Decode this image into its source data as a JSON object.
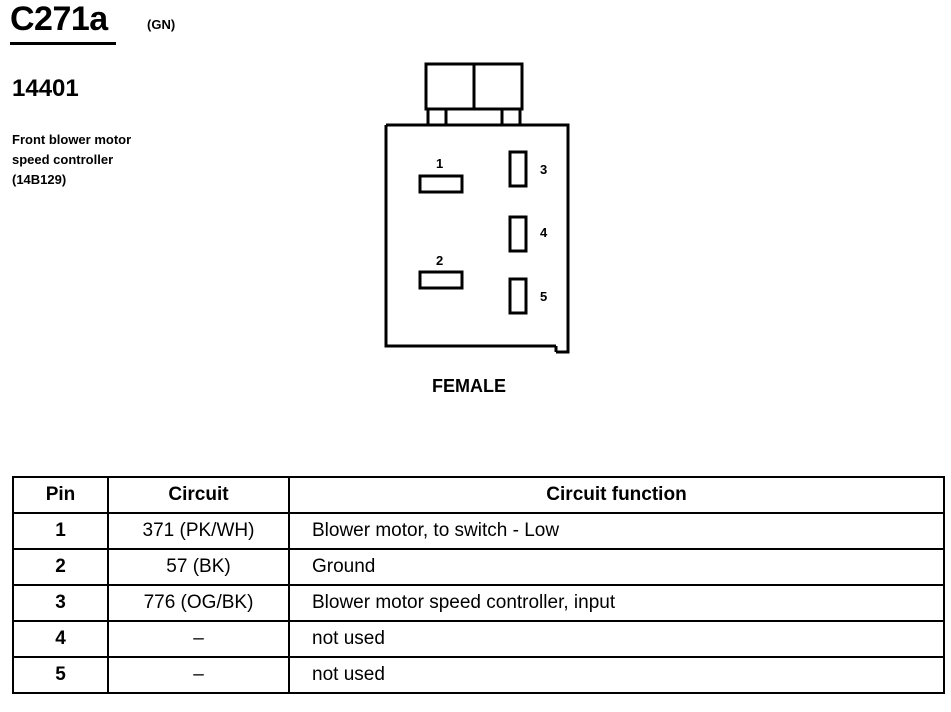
{
  "header": {
    "connector_id": "C271a",
    "color_code": "(GN)",
    "part_number": "14401",
    "description_lines": [
      "Front blower motor",
      "speed controller",
      "(14B129)"
    ]
  },
  "connector": {
    "gender": "FEMALE",
    "pin_labels": [
      "1",
      "2",
      "3",
      "4",
      "5"
    ]
  },
  "table": {
    "headers": {
      "pin": "Pin",
      "circuit": "Circuit",
      "function": "Circuit function"
    },
    "rows": [
      {
        "pin": "1",
        "circuit": "371 (PK/WH)",
        "function": "Blower motor, to switch - Low"
      },
      {
        "pin": "2",
        "circuit": "57 (BK)",
        "function": "Ground"
      },
      {
        "pin": "3",
        "circuit": "776 (OG/BK)",
        "function": "Blower motor speed controller, input"
      },
      {
        "pin": "4",
        "circuit": "–",
        "function": "not used"
      },
      {
        "pin": "5",
        "circuit": "–",
        "function": "not used"
      }
    ]
  }
}
